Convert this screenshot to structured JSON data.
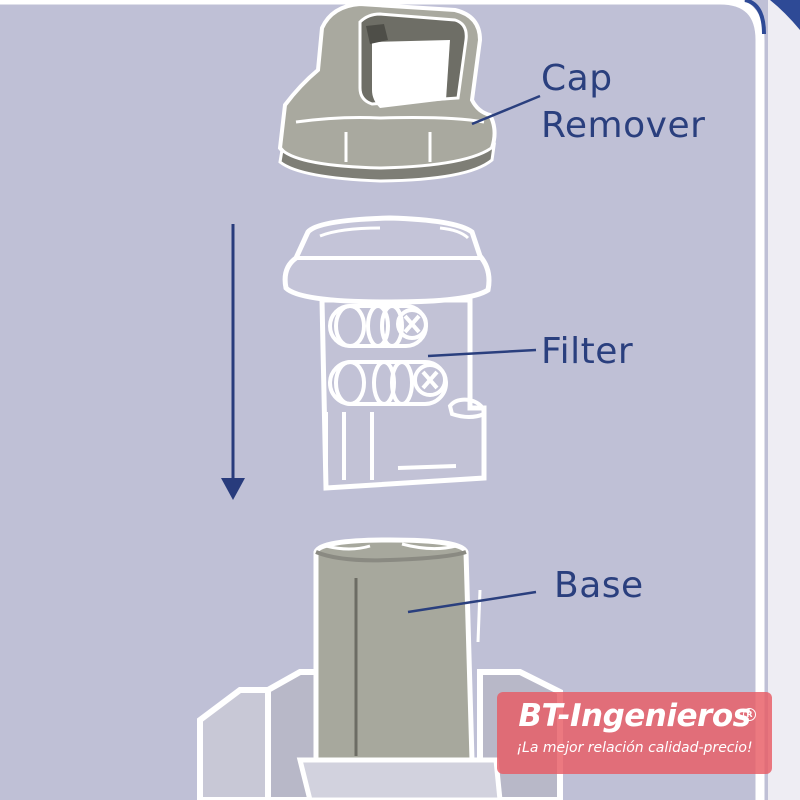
{
  "labels": {
    "cap_remover_line1": "Cap",
    "cap_remover_line2": "Remover",
    "filter": "Filter",
    "base": "Base"
  },
  "watermark": {
    "brand": "BT-Ingenieros",
    "registered_mark": "R",
    "tagline": "¡La mejor relación calidad-precio!"
  },
  "colors": {
    "panel_background": "#bfc0d6",
    "label_text": "#2a3f7e",
    "arrow": "#283b7c",
    "border_accent": "#2e4a96",
    "watermark_background": "#e85c64"
  },
  "icons": {
    "direction_arrow": "down-arrow-icon"
  }
}
